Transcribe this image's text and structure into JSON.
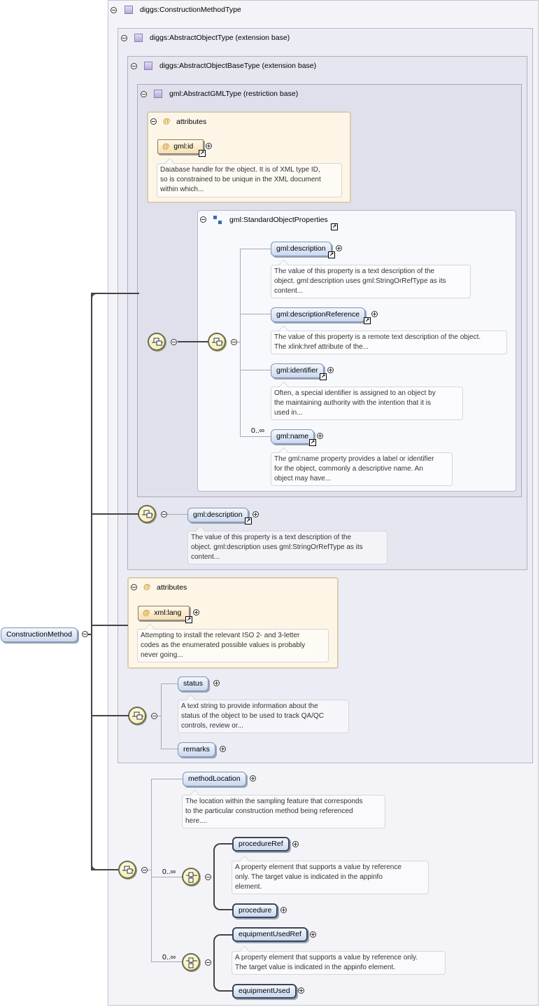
{
  "root": {
    "label": "ConstructionMethod"
  },
  "frames": {
    "construction_method_type": "diggs:ConstructionMethodType",
    "abstract_object_type": "diggs:AbstractObjectType (extension base)",
    "abstract_object_base_type": "diggs:AbstractObjectBaseType (extension base)",
    "abstract_gml_type": "gml:AbstractGMLType (restriction base)",
    "standard_object_properties": "gml:StandardObjectProperties"
  },
  "attributes_gml": {
    "title": "attributes",
    "attr": "gml:id",
    "doc_lines": [
      "Database handle for the object. It is of XML type ID,",
      "so is constrained to be unique in the XML document",
      "within which..."
    ]
  },
  "sop_elements": [
    {
      "label": "gml:description",
      "doc_lines": [
        "The value of this property is a text description of the",
        "object. gml:description uses gml:StringOrRefType as its",
        "content..."
      ]
    },
    {
      "label": "gml:descriptionReference",
      "doc_lines": [
        "The value of this property is a remote text description of the object.",
        "The xlink:href attribute of the..."
      ]
    },
    {
      "label": "gml:identifier",
      "doc_lines": [
        "Often, a special identifier is assigned to an object by",
        "the maintaining authority with the intention that it is",
        "used in..."
      ]
    },
    {
      "label": "gml:name",
      "cardinality": "0..∞",
      "doc_lines": [
        "The gml:name property provides a label or identifier",
        "for the object, commonly a descriptive name. An",
        "object may have..."
      ]
    }
  ],
  "base_description": {
    "label": "gml:description",
    "doc_lines": [
      "The value of this property is a text description of the",
      "object. gml:description uses gml:StringOrRefType as its",
      "content..."
    ]
  },
  "attributes_xml": {
    "title": "attributes",
    "attr": "xml:lang",
    "doc_lines": [
      "Attempting to install the relevant ISO 2- and 3-letter",
      "codes as the enumerated possible values is probably",
      "never going..."
    ]
  },
  "status": {
    "label": "status",
    "doc_lines": [
      "A text string to provide information about the",
      "status of the object to be used to track QA/QC",
      "controls, review or..."
    ]
  },
  "remarks": {
    "label": "remarks"
  },
  "method_location": {
    "label": "methodLocation",
    "doc_lines": [
      "The location within the sampling feature that corresponds",
      "to the particular construction method being referenced",
      "here...."
    ]
  },
  "choice1": {
    "cardinality": "0..∞",
    "procedure_ref": "procedureRef",
    "procedure_ref_doc": [
      "A property element that supports a value by reference",
      "only. The target value is indicated in the appinfo",
      "element."
    ],
    "procedure": "procedure"
  },
  "choice2": {
    "cardinality": "0..∞",
    "equipment_used_ref": "equipmentUsedRef",
    "equipment_used_ref_doc": [
      "A property element that supports a value by reference only.",
      "The target value is indicated in the appinfo element."
    ],
    "equipment_used": "equipmentUsed"
  },
  "icons": {
    "type": "complex-type-icon",
    "attribute": "at-sign-icon",
    "sequence": "sequence-compositor-icon",
    "choice": "choice-compositor-icon",
    "group": "group-icon",
    "expand": "plus-circle-icon",
    "collapse": "minus-circle-icon",
    "reference": "arrow-link-icon"
  },
  "colors": {
    "element_fill": "#c9d8ef",
    "attribute_fill": "#fdf6e6",
    "compositor_fill": "#f2e8a8"
  }
}
